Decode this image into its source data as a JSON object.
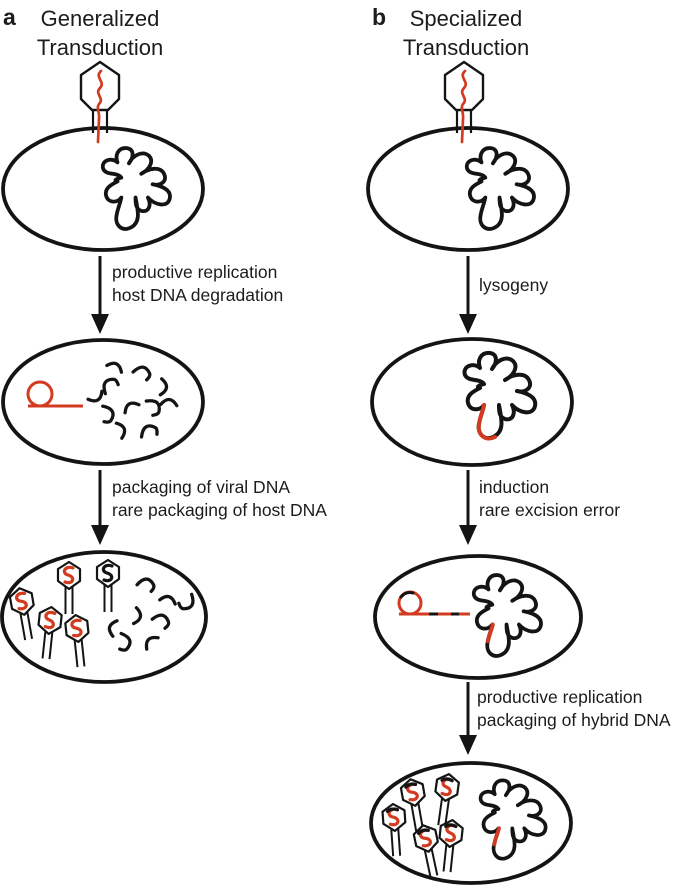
{
  "figure": {
    "background": "#ffffff",
    "ink_color": "#141414",
    "phage_dna_red": "#d23b20"
  },
  "panel_a": {
    "label": "a",
    "title": [
      "Generalized",
      "Transduction"
    ],
    "steps": [
      {
        "lines": [
          "productive replication",
          "host DNA degradation"
        ]
      },
      {
        "lines": [
          "packaging of viral DNA",
          "rare packaging of host DNA"
        ]
      }
    ]
  },
  "panel_b": {
    "label": "b",
    "title": [
      "Specialized",
      "Transduction"
    ],
    "steps": [
      {
        "lines": [
          "lysogeny"
        ]
      },
      {
        "lines": [
          "induction",
          "rare excision error"
        ]
      },
      {
        "lines": [
          "productive replication",
          "packaging of hybrid DNA"
        ]
      }
    ]
  }
}
